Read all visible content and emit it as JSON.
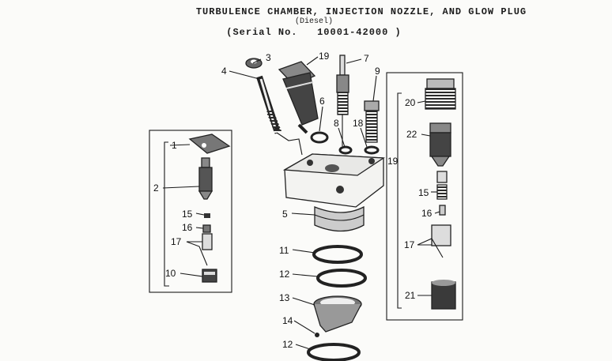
{
  "header": {
    "line1": "TURBULENCE CHAMBER, INJECTION NOZZLE, AND GLOW PLUG",
    "line2": "(Diesel)",
    "line3": "(Serial No.   10001-42000 )"
  },
  "callouts": {
    "c1": "1",
    "c2": "2",
    "c3": "3",
    "c4": "4",
    "c5": "5",
    "c6": "6",
    "c7": "7",
    "c8": "8",
    "c9": "9",
    "c10": "10",
    "c11": "11",
    "c12a": "12",
    "c12b": "12",
    "c13": "13",
    "c14": "14",
    "c15a": "15",
    "c15b": "15",
    "c16a": "16",
    "c16b": "16",
    "c17a": "17",
    "c17b": "17",
    "c18": "18",
    "c19a": "19",
    "c19b": "19",
    "c20": "20",
    "c21": "21",
    "c22": "22"
  },
  "colors": {
    "ink": "#1a1a1a",
    "paper": "#fbfbf9",
    "shade": "#555555"
  }
}
